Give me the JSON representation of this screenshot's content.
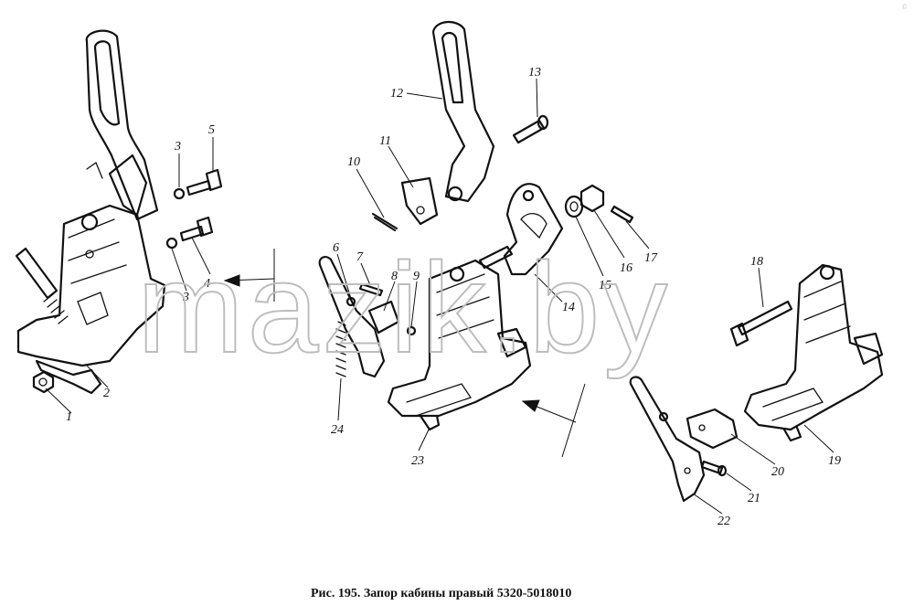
{
  "caption": "Рис. 195. Запор кабины правый 5320-5018010",
  "watermark": "mazik.by",
  "corner_mark": "©",
  "callouts": [
    "1",
    "2",
    "3",
    "3",
    "4",
    "5",
    "6",
    "7",
    "8",
    "9",
    "10",
    "11",
    "12",
    "13",
    "14",
    "15",
    "16",
    "17",
    "18",
    "19",
    "20",
    "21",
    "22",
    "23",
    "24"
  ]
}
